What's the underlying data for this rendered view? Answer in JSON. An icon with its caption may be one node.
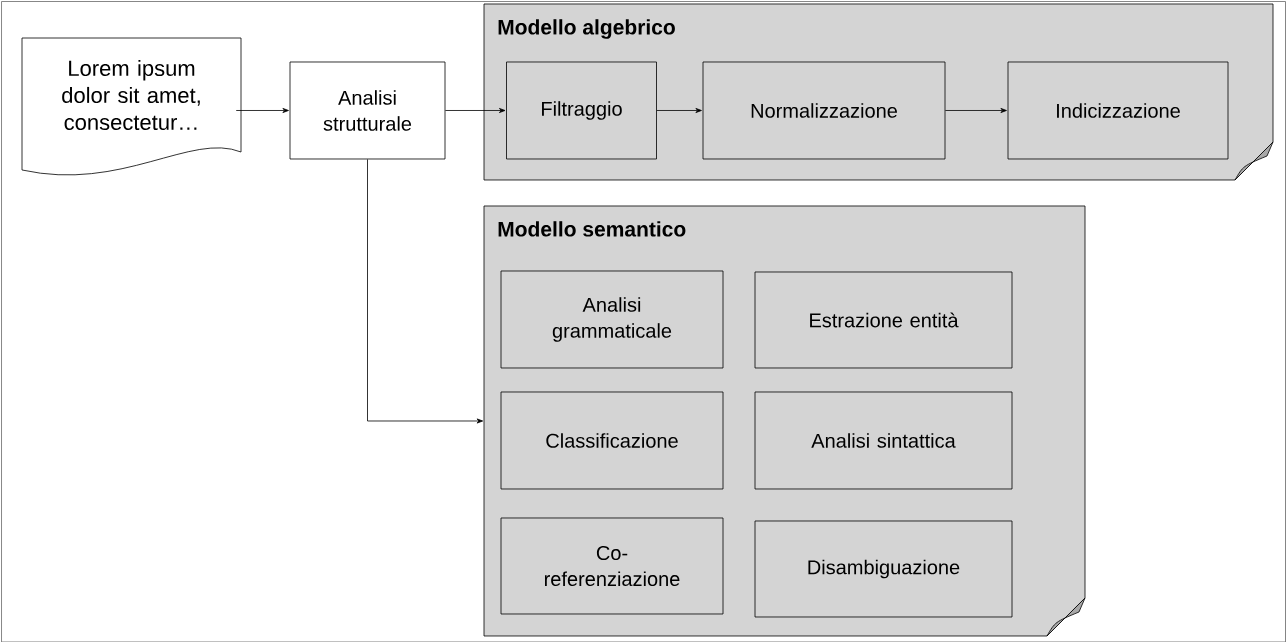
{
  "diagram": {
    "nodes": [
      {
        "text": [
          "Lorem ipsum dolor sit amet, consectetur…"
        ]
      },
      {
        "text": [
          "Analisi strutturale"
        ]
      },
      {
        "text": [
          "Modello algebrico"
        ]
      },
      {
        "text": [
          "Filtraggio"
        ],
        "in": 2
      },
      {
        "text": [
          "Normalizzazione"
        ],
        "in": 2
      },
      {
        "text": [
          "Indicizzazione"
        ],
        "in": 2
      },
      {
        "text": [
          "Modello semantico"
        ]
      },
      {
        "text": [
          "Analisi grammaticale"
        ],
        "in": 6
      },
      {
        "text": [
          "Estrazione entità"
        ],
        "in": 6
      },
      {
        "text": [
          "Classificazione"
        ],
        "in": 6
      },
      {
        "text": [
          "Analisi sintattica"
        ],
        "in": 6
      },
      {
        "text": [
          "Co-referenziazione"
        ],
        "in": 6
      },
      {
        "text": [
          "Disambiguazione"
        ],
        "in": 6
      }
    ],
    "edges": [
      {
        "from": 0,
        "to": 1,
        "arrow": "to"
      },
      {
        "from": 1,
        "to": 3,
        "arrow": "to"
      },
      {
        "from": 3,
        "to": 4,
        "arrow": "to"
      },
      {
        "from": 4,
        "to": 5,
        "arrow": "to"
      },
      {
        "from": 1,
        "to": 6,
        "arrow": "to"
      }
    ]
  }
}
